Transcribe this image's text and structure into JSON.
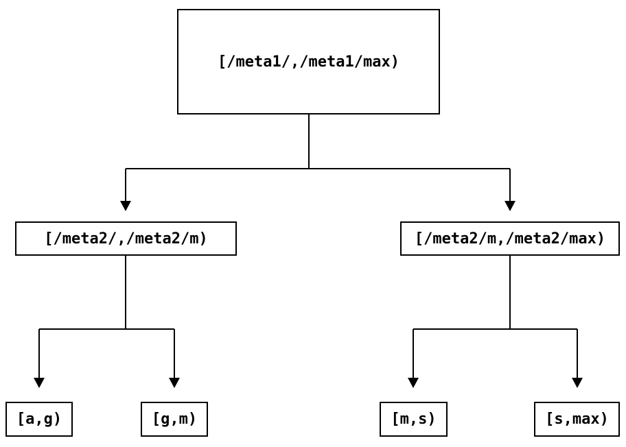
{
  "diagram": {
    "kind": "binary-interval-partition-tree",
    "colors": {
      "background": "#ffffff",
      "box_border": "#000000",
      "line": "#000000",
      "text": "#000000"
    },
    "nodes": {
      "root": {
        "label": "[/meta1/,/meta1/max)"
      },
      "left": {
        "label": "[/meta2/,/meta2/m)"
      },
      "right": {
        "label": "[/meta2/m,/meta2/max)"
      },
      "leaf_ag": {
        "label": "[a,g)"
      },
      "leaf_gm": {
        "label": "[g,m)"
      },
      "leaf_ms": {
        "label": "[m,s)"
      },
      "leaf_smax": {
        "label": "[s,max)"
      }
    },
    "edges": [
      {
        "from": "root",
        "to": "left"
      },
      {
        "from": "root",
        "to": "right"
      },
      {
        "from": "left",
        "to": "leaf_ag"
      },
      {
        "from": "left",
        "to": "leaf_gm"
      },
      {
        "from": "right",
        "to": "leaf_ms"
      },
      {
        "from": "right",
        "to": "leaf_smax"
      }
    ]
  }
}
